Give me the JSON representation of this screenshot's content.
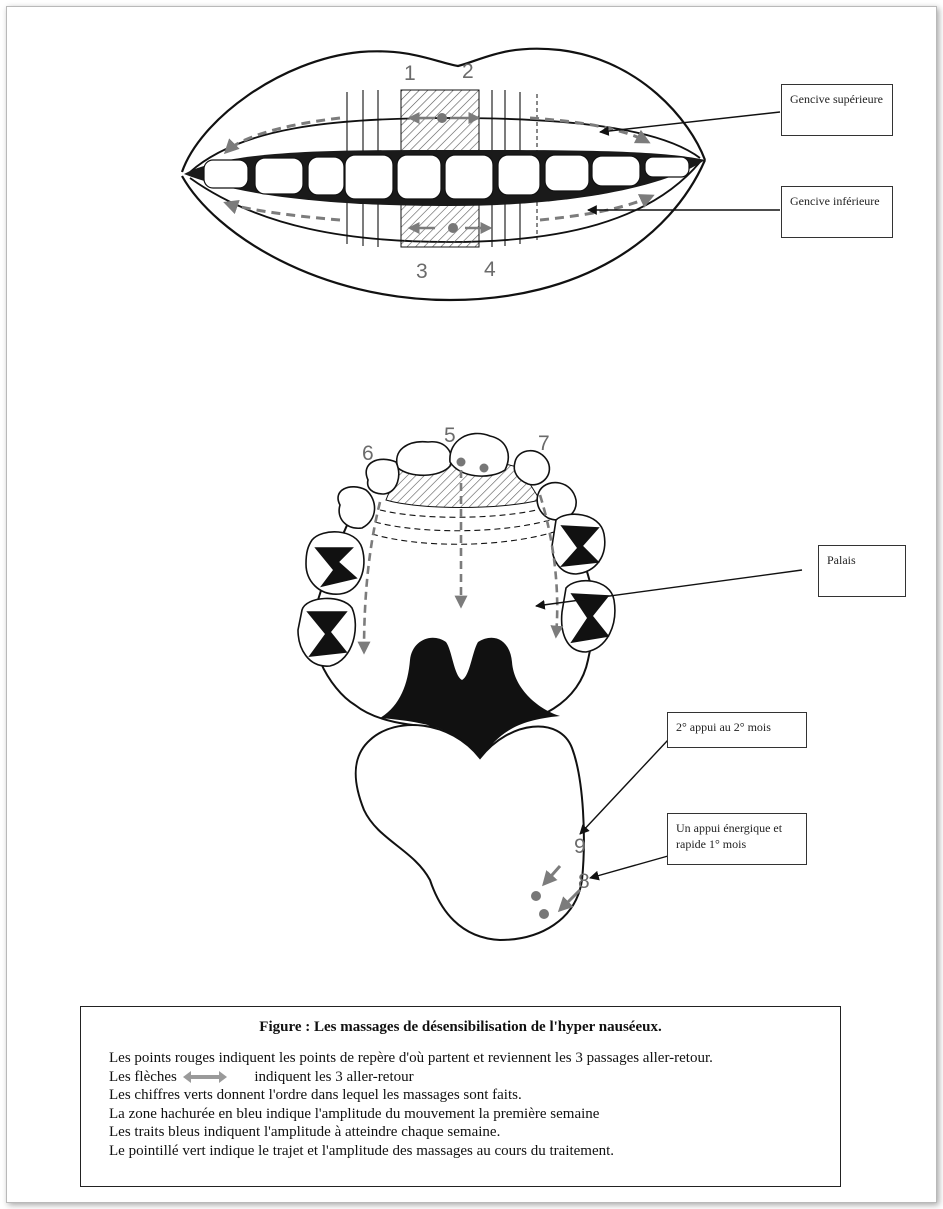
{
  "mouth": {
    "numbers": [
      "1",
      "2",
      "3",
      "4"
    ],
    "callout_upper": "Gencive supérieure",
    "callout_lower": "Gencive inférieure"
  },
  "palate": {
    "numbers": [
      "5",
      "6",
      "7"
    ],
    "callout_palate": "Palais"
  },
  "tongue": {
    "numbers": [
      "9",
      "8"
    ],
    "callout_second": "2° appui au 2° mois",
    "callout_first": "Un appui énergique et rapide 1° mois"
  },
  "caption": {
    "title": "Figure : Les massages de désensibilisation de l'hyper nauséeux.",
    "line1": "Les points rouges indiquent les points de repère d'où partent et reviennent les 3 passages aller-retour.",
    "line2_before": "Les flèches",
    "line2_after": "indiquent les 3 aller-retour",
    "line3": "Les chiffres verts donnent l'ordre dans lequel les massages sont faits.",
    "line4": "La zone hachurée en bleu indique l'amplitude du mouvement la première semaine",
    "line5": "Les traits bleus indiquent l'amplitude à atteindre chaque semaine.",
    "line6": "Le pointillé vert indique le trajet et l'amplitude des massages au cours du traitement."
  },
  "colors": {
    "ink": "#1a1a1a",
    "arrow_gray": "#7c7c7c",
    "hatch": "#555555"
  }
}
